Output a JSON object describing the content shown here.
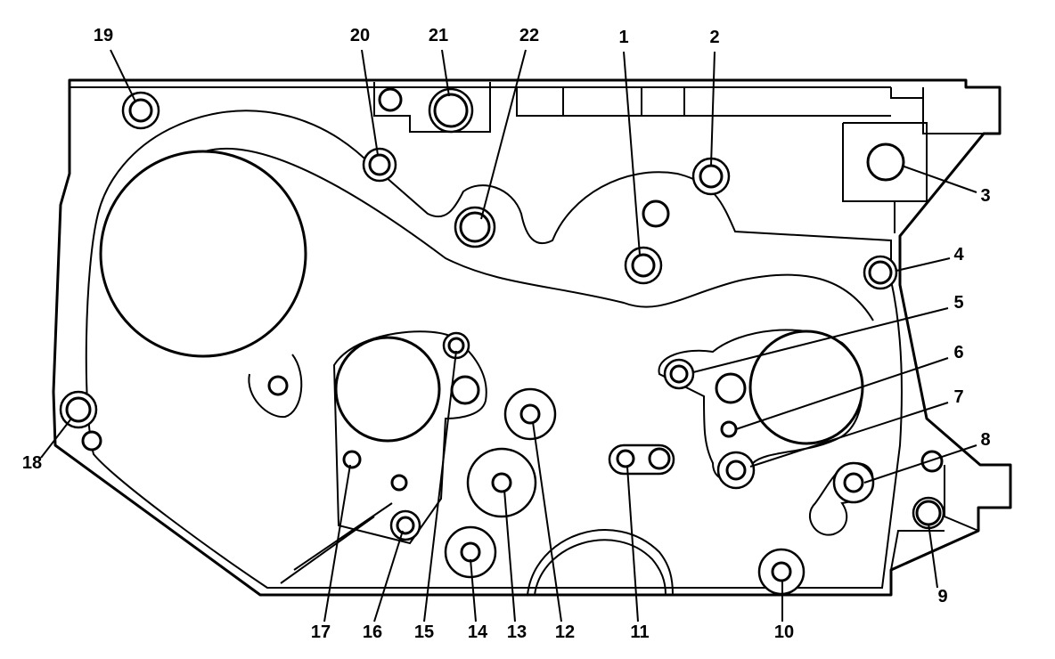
{
  "diagram": {
    "callouts": [
      {
        "label": "1"
      },
      {
        "label": "2"
      },
      {
        "label": "3"
      },
      {
        "label": "4"
      },
      {
        "label": "5"
      },
      {
        "label": "6"
      },
      {
        "label": "7"
      },
      {
        "label": "8"
      },
      {
        "label": "9"
      },
      {
        "label": "10"
      },
      {
        "label": "11"
      },
      {
        "label": "12"
      },
      {
        "label": "13"
      },
      {
        "label": "14"
      },
      {
        "label": "15"
      },
      {
        "label": "16"
      },
      {
        "label": "17"
      },
      {
        "label": "18"
      },
      {
        "label": "19"
      },
      {
        "label": "20"
      },
      {
        "label": "21"
      },
      {
        "label": "22"
      }
    ]
  }
}
